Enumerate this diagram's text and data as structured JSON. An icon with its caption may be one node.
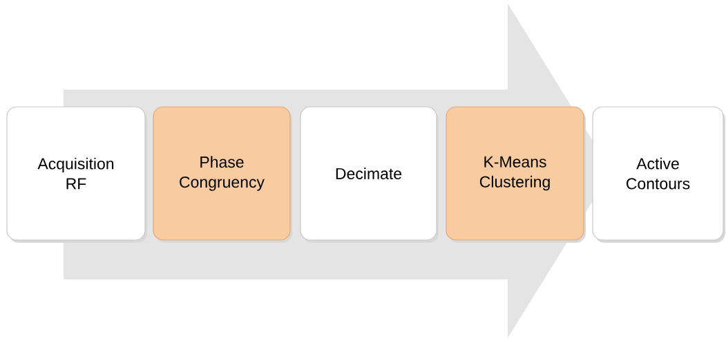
{
  "diagram": {
    "nodes": [
      {
        "text": [
          "Acquisition RF"
        ]
      },
      {
        "text": [
          "Phase Congruency"
        ]
      },
      {
        "text": [
          "Decimate"
        ]
      },
      {
        "text": [
          "K-Means Clustering"
        ]
      },
      {
        "text": [
          "Active Contours"
        ]
      }
    ],
    "edges": [
      {
        "from": 0,
        "to": 4,
        "arrow": "to"
      }
    ]
  }
}
